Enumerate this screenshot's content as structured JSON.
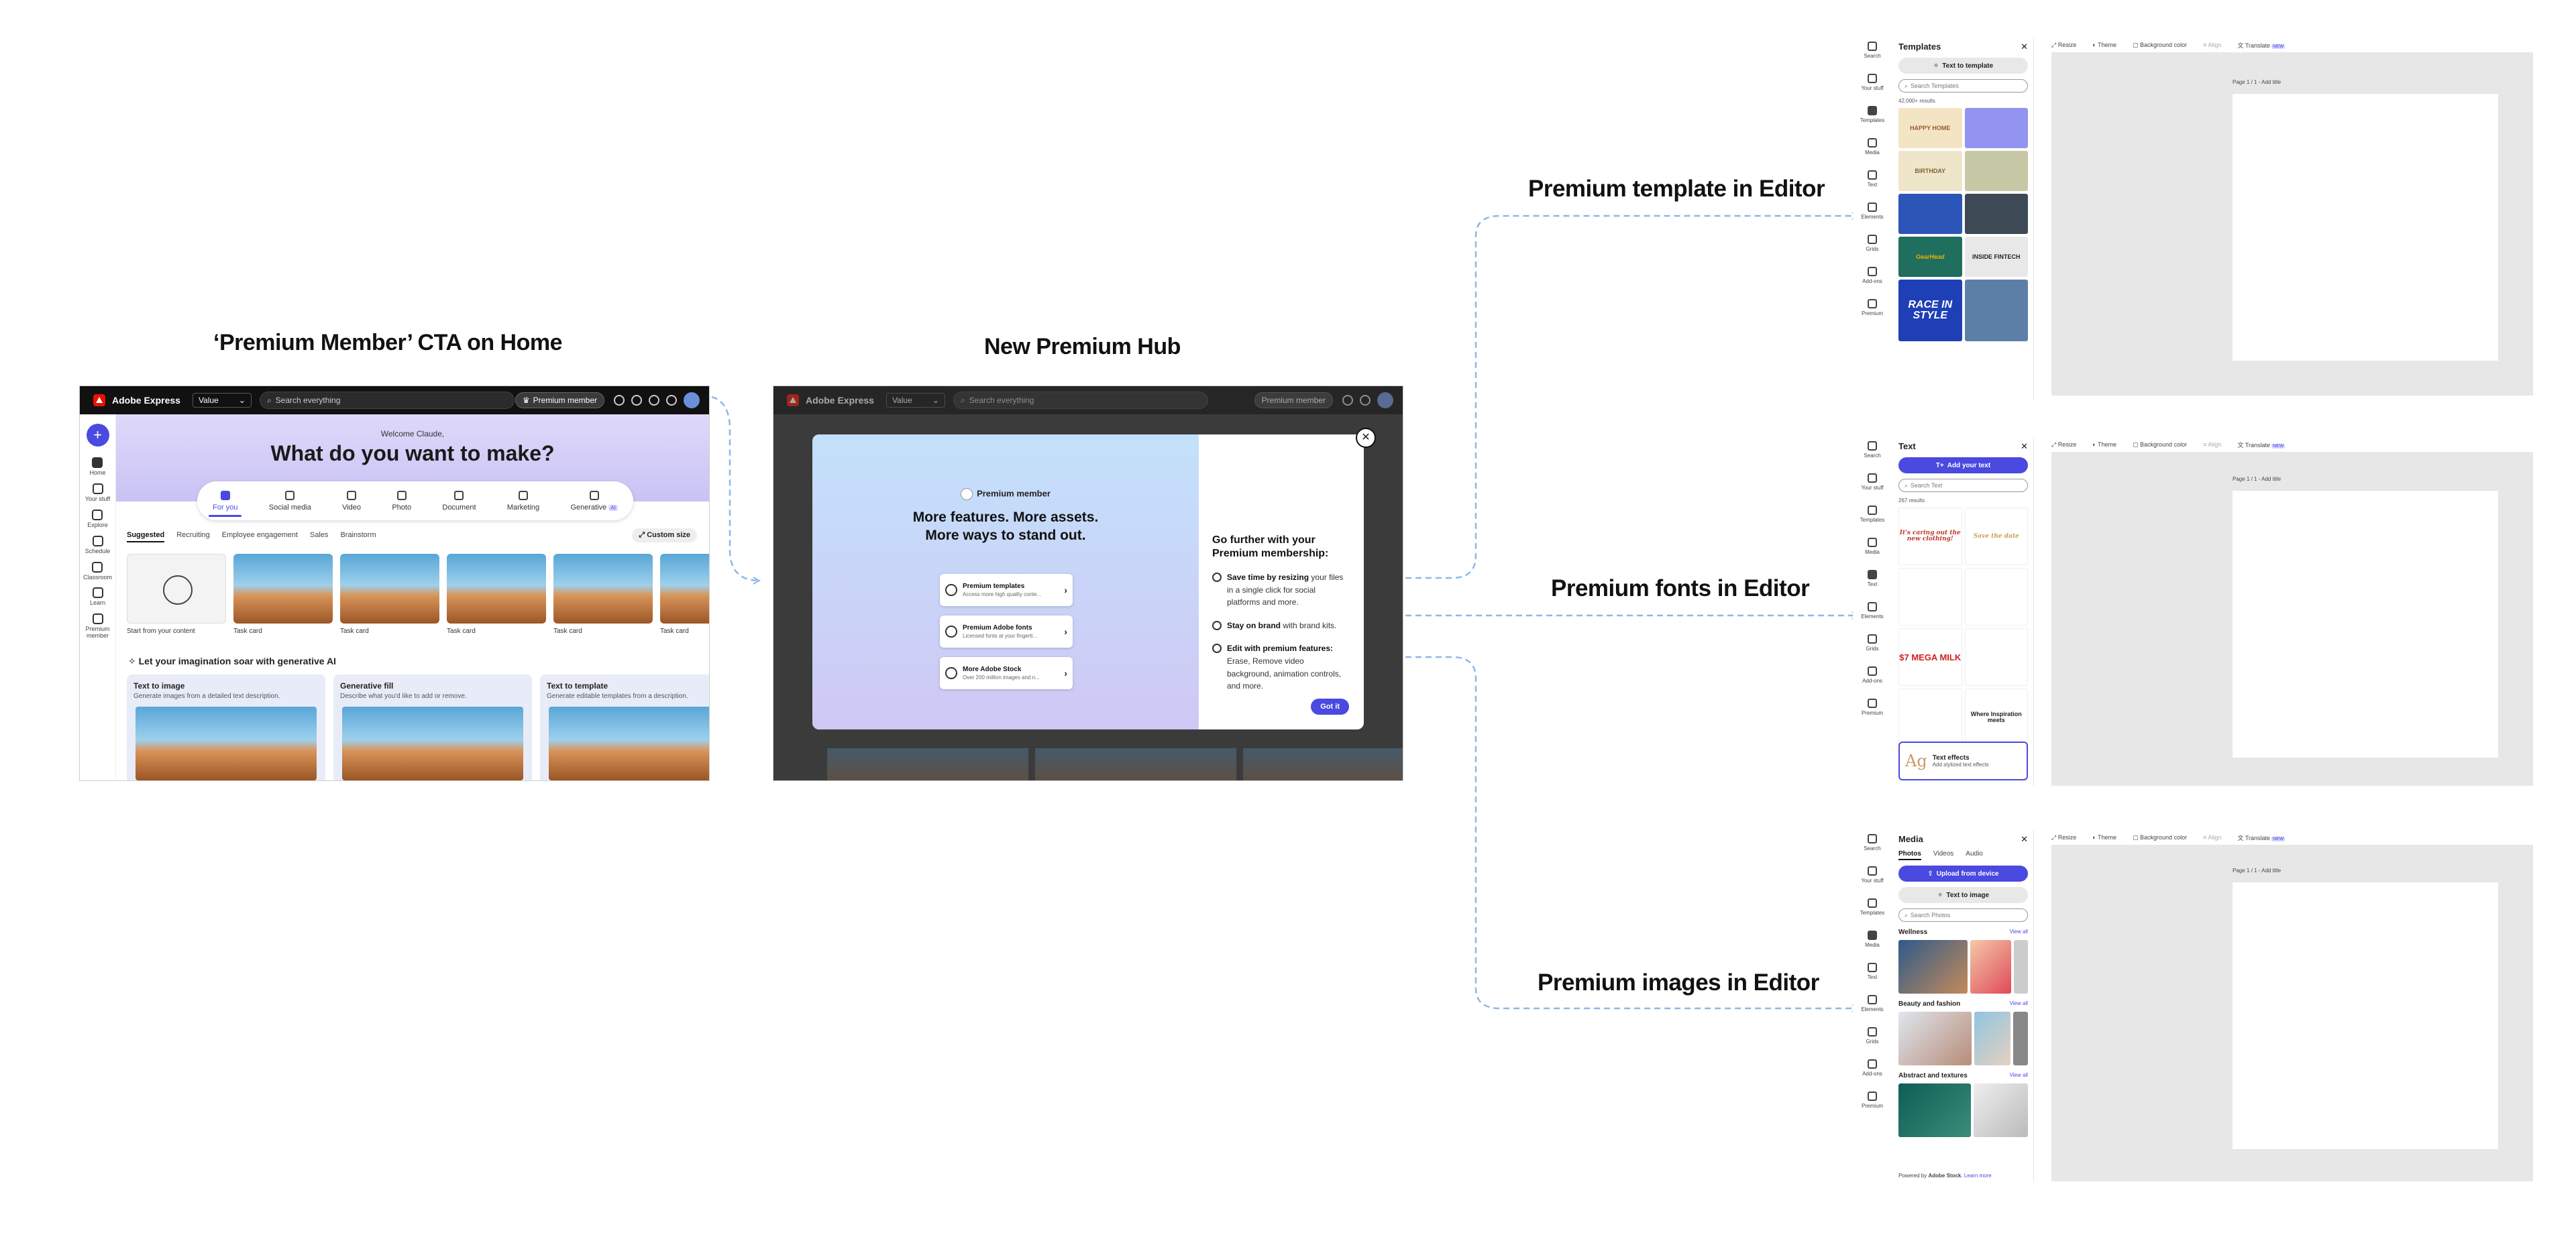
{
  "headings": {
    "cta": "‘Premium Member’ CTA on Home",
    "hub": "New Premium Hub",
    "templates": "Premium template in Editor",
    "fonts": "Premium fonts in Editor",
    "images": "Premium images in Editor"
  },
  "appbar": {
    "brand": "Adobe Express",
    "plan": "Value",
    "search_placeholder": "Search everything",
    "premium_button": "Premium member"
  },
  "home": {
    "rail": [
      "Home",
      "Your stuff",
      "Explore",
      "Schedule",
      "Classroom",
      "Learn",
      "Premium member"
    ],
    "welcome": "Welcome Claude,",
    "title": "What do you want to make?",
    "categories": [
      "For you",
      "Social media",
      "Video",
      "Photo",
      "Document",
      "Marketing",
      "Generative"
    ],
    "ai_badge": "AI",
    "subtabs": [
      "Suggested",
      "Recruiting",
      "Employee engagement",
      "Sales",
      "Brainstorm"
    ],
    "custom_size": "Custom size",
    "cards": [
      "Start from your content",
      "Task card",
      "Task card",
      "Task card",
      "Task card",
      "Task card"
    ],
    "gen_title": "Let your imagination soar with generative AI",
    "gen_cards": [
      {
        "title": "Text to image",
        "desc": "Generate images from a detailed text description."
      },
      {
        "title": "Generative fill",
        "desc": "Describe what you'd like to add or remove."
      },
      {
        "title": "Text to template",
        "desc": "Generate editable templates from a description."
      }
    ]
  },
  "hub": {
    "badge": "Premium member",
    "headline_1": "More features. More assets.",
    "headline_2": "More ways to stand out.",
    "features": [
      {
        "title": "Premium templates",
        "desc": "Access more high quality conte..."
      },
      {
        "title": "Premium Adobe fonts",
        "desc": "Licensed fonts at your fingerti..."
      },
      {
        "title": "More Adobe Stock",
        "desc": "Over 200 million images and n..."
      }
    ],
    "right_title_1": "Go further with your",
    "right_title_2": "Premium membership:",
    "benefits": [
      {
        "bold": "Save time by resizing",
        "rest": " your files in a single click for social platforms and more."
      },
      {
        "bold": "Stay on brand",
        "rest": " with brand kits."
      },
      {
        "bold": "Edit with premium features:",
        "rest": " Erase, Remove video background, animation controls, and more."
      }
    ],
    "got_it": "Got it"
  },
  "editor": {
    "rail": [
      "Search",
      "Your stuff",
      "Templates",
      "Media",
      "Text",
      "Elements",
      "Grids",
      "Add-ons",
      "Premium"
    ],
    "toolbar": [
      "Resize",
      "Theme",
      "Background color",
      "Align",
      "Translate"
    ],
    "new_badge": "NEW",
    "page_label": "Page 1 / 1 - Add title",
    "templates": {
      "title": "Templates",
      "button": "Text to template",
      "search": "Search Templates",
      "results": "42,000+ results",
      "thumbs": [
        "HAPPY HOME",
        "",
        "BIRTHDAY",
        "",
        "",
        "",
        "GearHead",
        "INSIDE FINTECH",
        "RACE IN STYLE",
        ""
      ]
    },
    "text": {
      "title": "Text",
      "button": "Add your text",
      "search": "Search Text",
      "results": "267 results",
      "thumbs": [
        "It's caring out the new clothing!",
        "Save the date",
        "",
        "",
        "$7 MEGA MILK",
        "",
        "",
        "Where Inspiration meets"
      ],
      "promo_title": "Text effects",
      "promo_desc": "Add stylized text effects"
    },
    "media": {
      "title": "Media",
      "tabs": [
        "Photos",
        "Videos",
        "Audio"
      ],
      "upload": "Upload from device",
      "text_to_image": "Text to image",
      "search": "Search Photos",
      "sections": [
        "Wellness",
        "Beauty and fashion",
        "Abstract and textures"
      ],
      "view_all": "View all",
      "footer_pre": "Powered by ",
      "footer_brand": "Adobe Stock",
      "footer_link": "Learn more"
    }
  }
}
